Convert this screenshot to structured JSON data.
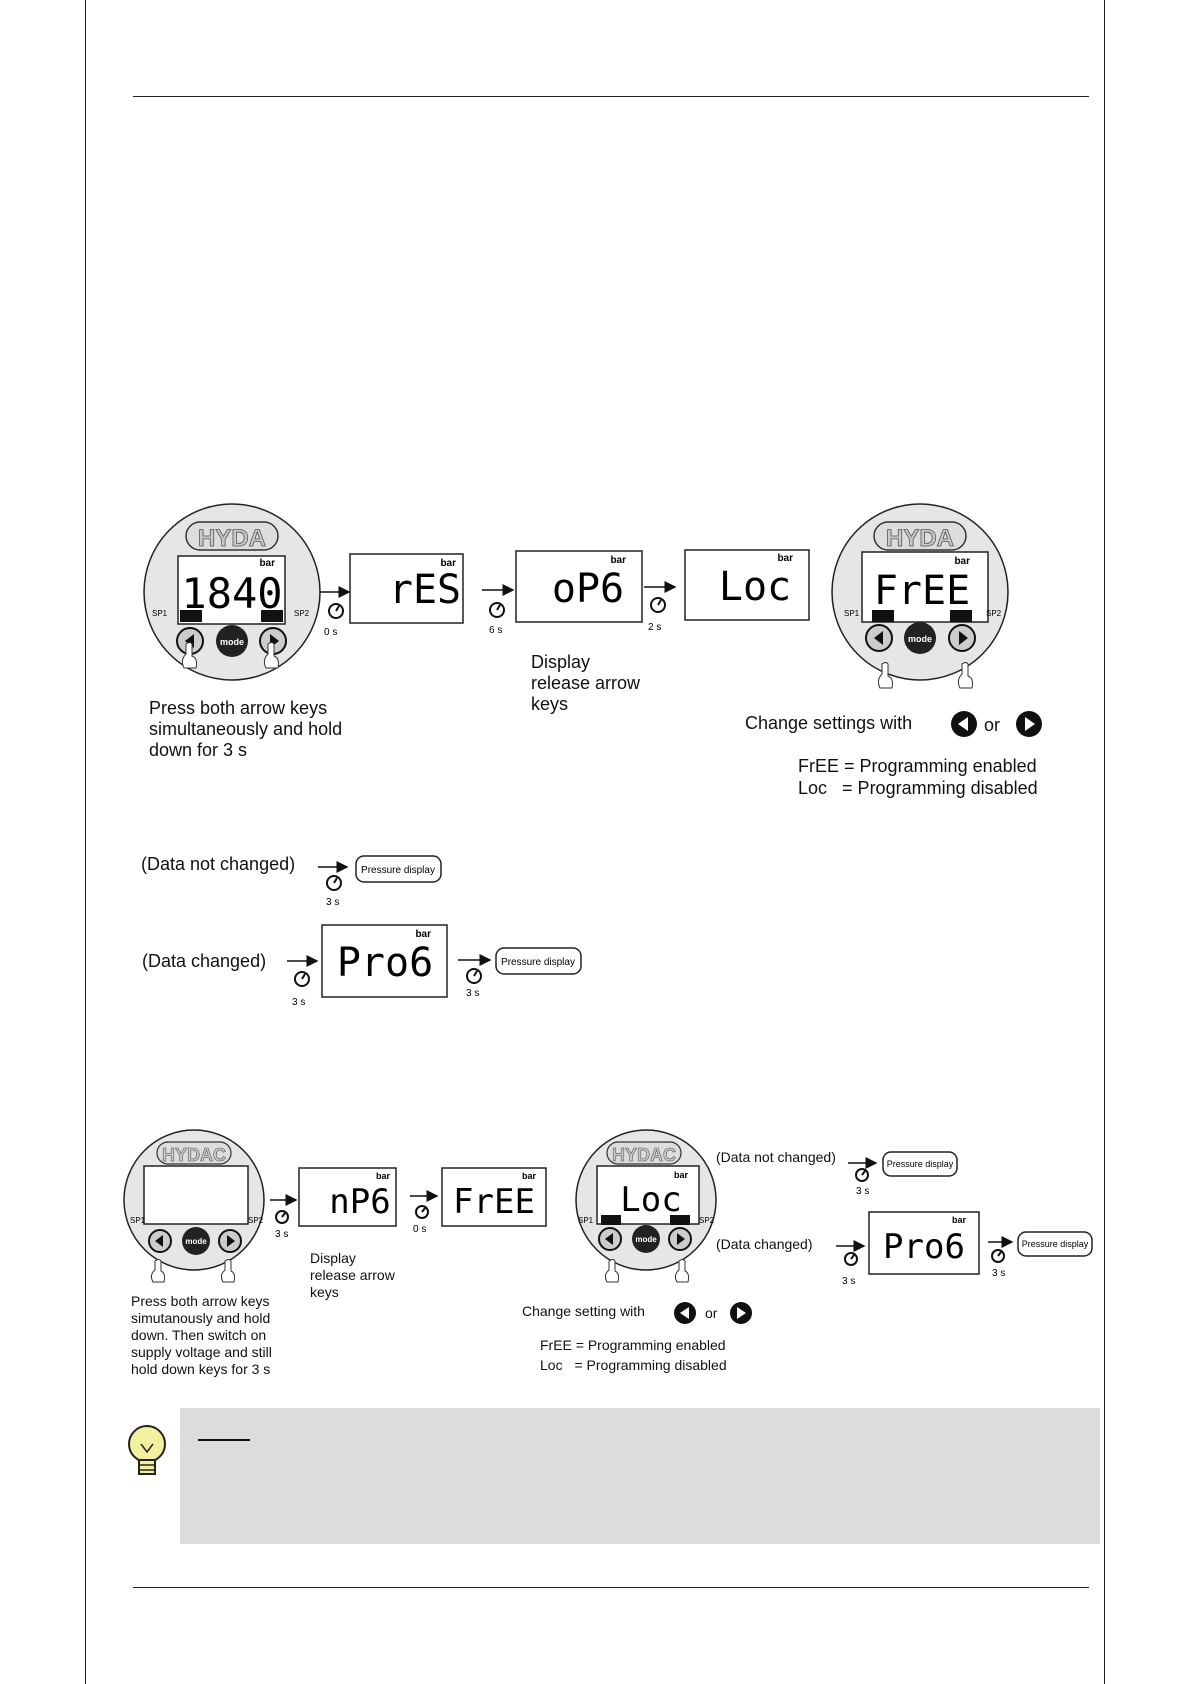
{
  "diagram1": {
    "brand": "HYDA",
    "main_display": "1840",
    "unit": "bar",
    "sp1": "SP1",
    "sp2": "SP2",
    "mode": "mode",
    "screens": [
      "rES",
      "oP6",
      "Loc"
    ],
    "times": [
      "0 s",
      "6 s",
      "2 s"
    ],
    "final_display": "FrEE",
    "press_caption": [
      "Press both arrow keys",
      "simultaneously and hold",
      "down for 3 s"
    ],
    "release_caption": [
      "Display",
      "release arrow",
      "keys"
    ],
    "change_caption": "Change settings with",
    "or": "or",
    "free_label": "FrEE",
    "free_desc": "= Programming enabled",
    "loc_label": "Loc",
    "loc_desc": "= Programming disabled",
    "not_changed": "(Data not changed)",
    "changed": "(Data changed)",
    "time_3s": "3 s",
    "pressure_display": "Pressure display",
    "prog_display": "Pro6"
  },
  "diagram2": {
    "brand": "HYDAC",
    "unit": "bar",
    "sp1": "SP1",
    "sp2": "SP2",
    "mode": "mode",
    "screens": [
      "nP6",
      "FrEE"
    ],
    "times": [
      "3 s",
      "0 s"
    ],
    "device_display": "Loc",
    "release_caption": [
      "Display",
      "release arrow",
      "keys"
    ],
    "press_caption": [
      "Press both arrow keys",
      "simutanously and hold",
      "down. Then switch on",
      "supply voltage and still",
      "hold down keys for 3 s"
    ],
    "change_caption": "Change setting with",
    "or": "or",
    "free_label": "FrEE",
    "free_desc": "= Programming enabled",
    "loc_label": "Loc",
    "loc_desc": "= Programming disabled",
    "not_changed": "(Data not changed)",
    "changed": "(Data changed)",
    "time_3s": "3 s",
    "pressure_display": "Pressure display",
    "prog_display": "Pro6"
  }
}
